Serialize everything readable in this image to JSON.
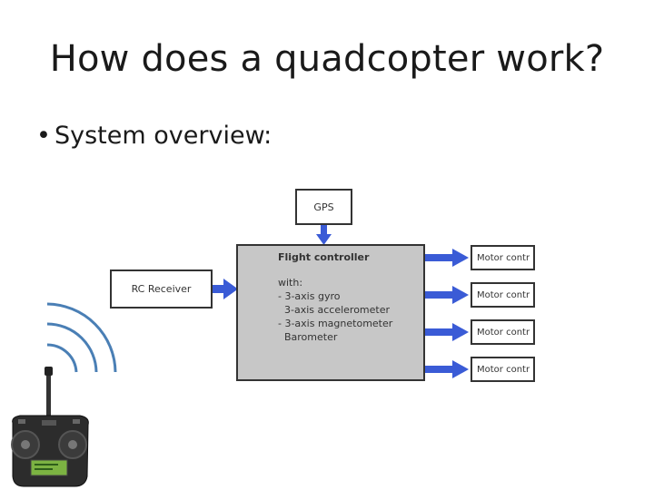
{
  "slide": {
    "title": "How does a quadcopter work?",
    "bullet_marker": "•",
    "bullet": "System overview:"
  },
  "diagram": {
    "gps_label": "GPS",
    "rc_label": "RC Receiver",
    "fc": {
      "title": "Flight controller",
      "lines": [
        "with:",
        "- 3-axis gyro",
        "  3-axis accelerometer",
        "- 3-axis magnetometer",
        "  Barometer"
      ]
    },
    "motors": [
      {
        "label": "Motor contr"
      },
      {
        "label": "Motor contr"
      },
      {
        "label": "Motor contr"
      },
      {
        "label": "Motor contr"
      }
    ],
    "arrow_color": "#3a5bd6",
    "signal_color": "#4a7fb5"
  }
}
